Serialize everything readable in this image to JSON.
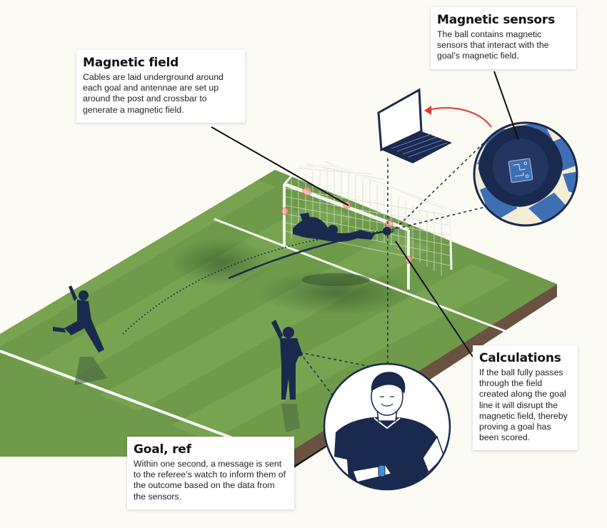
{
  "callouts": {
    "magnetic_field": {
      "title": "Magnetic field",
      "body": "Cables are laid underground around each goal and antennae are set up around the post and crossbar to generate a magnetic field."
    },
    "magnetic_sensors": {
      "title": "Magnetic sensors",
      "body": "The ball contains magnetic sensors that interact with the goal’s magnetic field."
    },
    "calculations": {
      "title": "Calculations",
      "body": "If the ball fully passes through the field created along the goal line it will disrupt the magnetic field, thereby proving a goal has been scored."
    },
    "goal_ref": {
      "title": "Goal, ref",
      "body": "Within one second, a message is sent to the referee’s watch to inform them of the outcome based on the data from the sensors."
    }
  },
  "colors": {
    "background": "#fbfaf3",
    "pitch": "#6e9a4a",
    "pitch_stripe": "#82ad5a",
    "pitch_side": "#7a6450",
    "navy": "#1a2a4e",
    "ball_blue": "#3f6fb3",
    "ball_cream": "#f3ecd6",
    "arrow_red": "#e03a35",
    "watch_blue": "#3f8ed8"
  },
  "icons": {
    "laptop": "laptop-icon",
    "chip": "sensor-chip-icon",
    "watch": "smartwatch-icon"
  }
}
